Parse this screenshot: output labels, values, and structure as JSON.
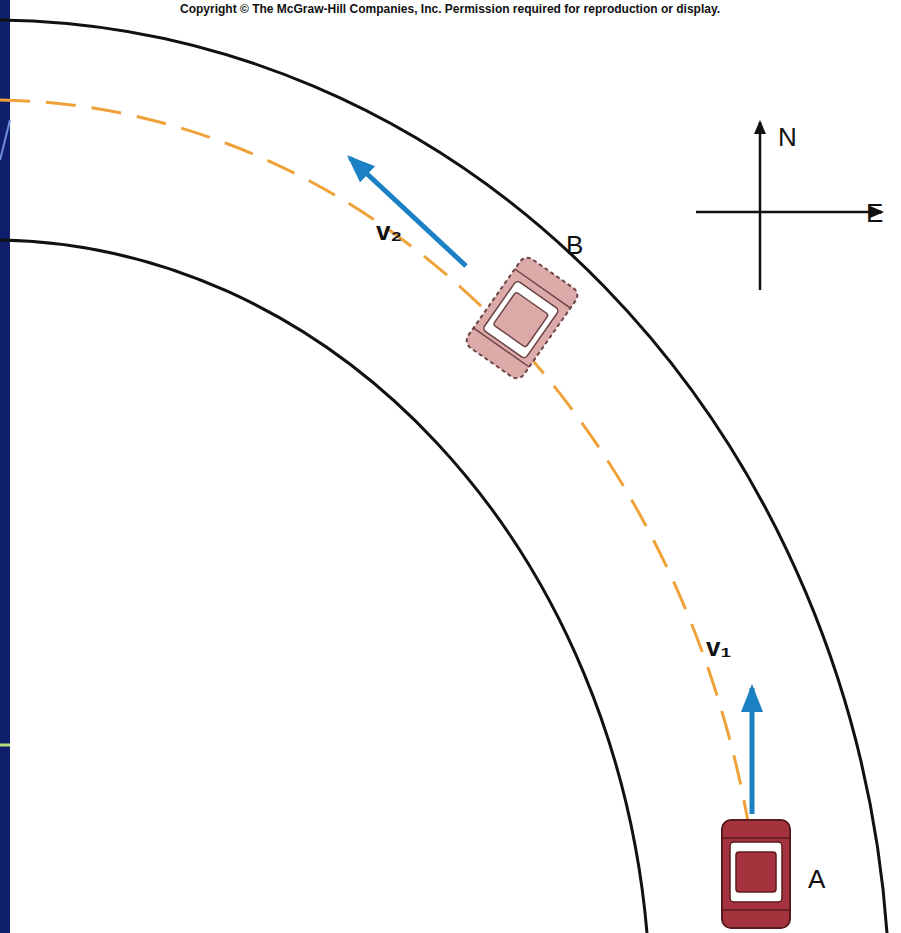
{
  "diagram": {
    "labels": [
      "Copyright © The McGraw-Hill Companies, Inc. Permission required for reproduction or display.",
      "N",
      "E",
      "v₂",
      "B",
      "v₁",
      "A"
    ]
  }
}
